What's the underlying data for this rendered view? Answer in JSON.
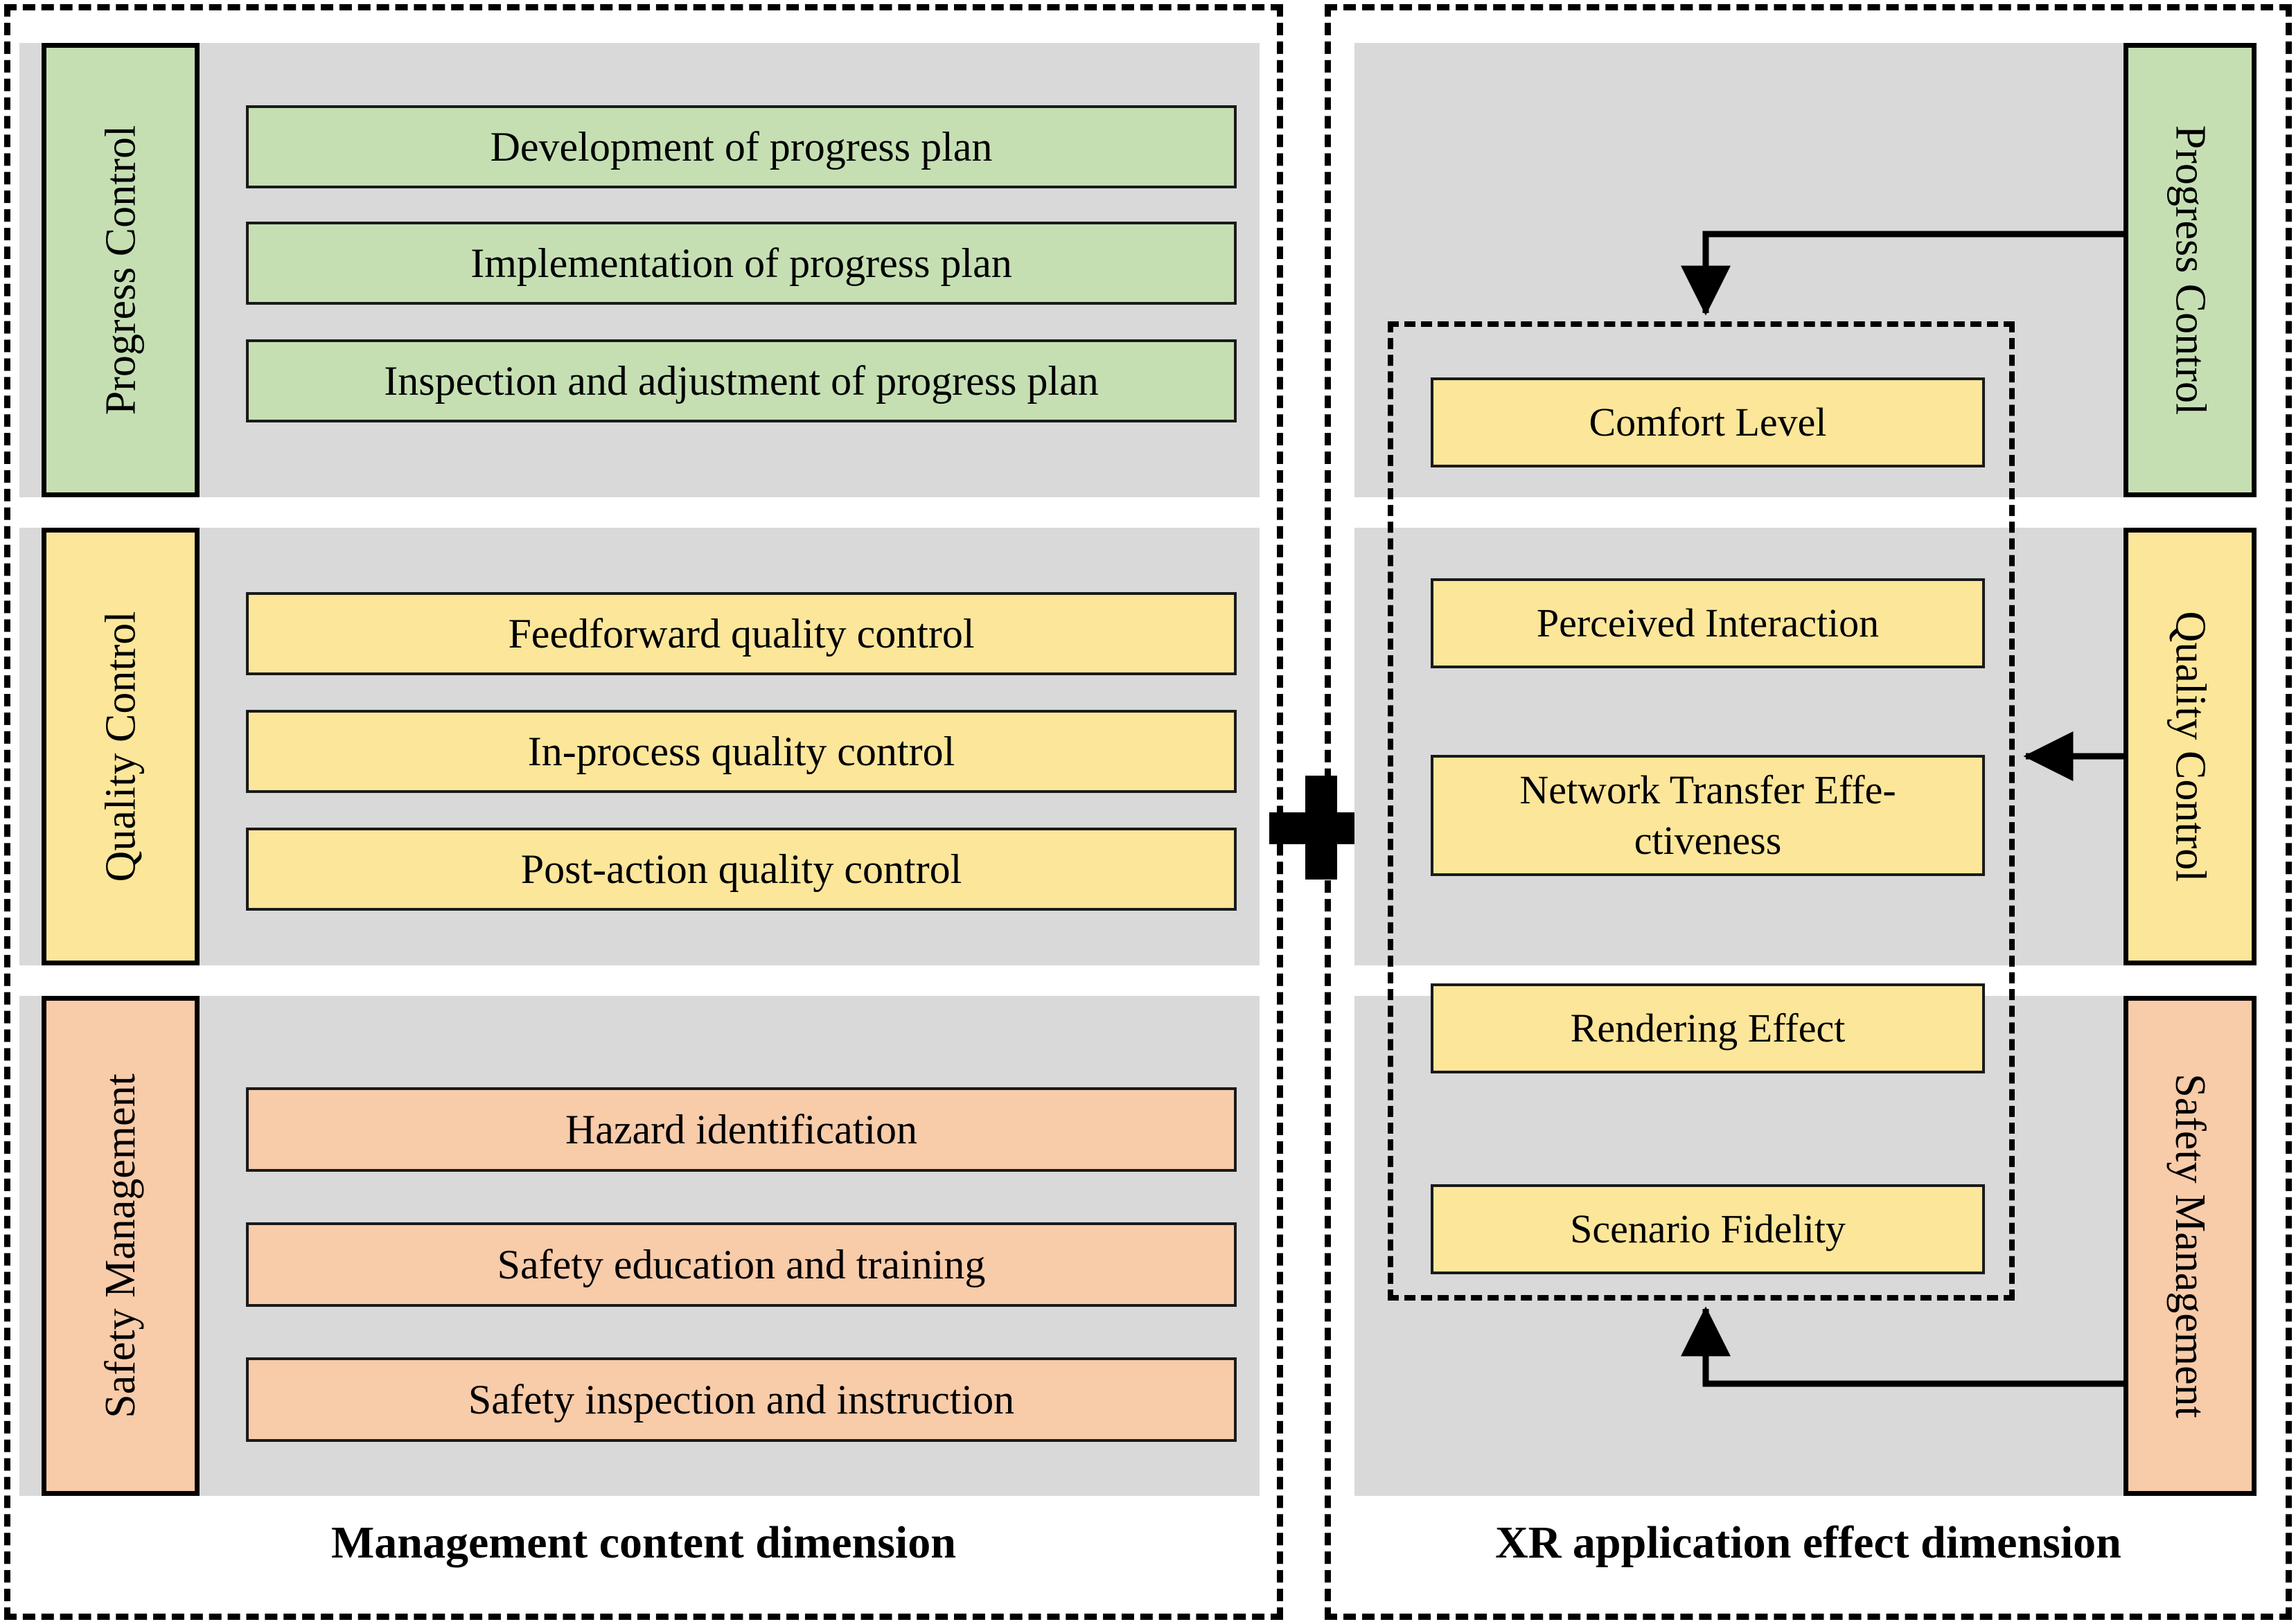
{
  "diagram": {
    "title_left": "Management content dimension",
    "title_right": "XR application effect dimension",
    "plus_symbol": "+",
    "colors": {
      "green": "#c5dfb3",
      "yellow": "#fce69a",
      "orange": "#f8cba9",
      "panel_grey": "#d9d9d9",
      "border": "#000000"
    }
  },
  "left_panel": {
    "rows": [
      {
        "label": "Progress Control",
        "color_key": "green",
        "items": [
          "Development of progress plan",
          "Implementation of progress plan",
          "Inspection and adjustment of progress plan"
        ]
      },
      {
        "label": "Quality Control",
        "color_key": "yellow",
        "items": [
          "Feedforward quality control",
          "In-process quality control",
          "Post-action quality control"
        ]
      },
      {
        "label": "Safety Management",
        "color_key": "orange",
        "items": [
          "Hazard identification",
          "Safety education and training",
          "Safety inspection and instruction"
        ]
      }
    ]
  },
  "right_panel": {
    "rows": [
      {
        "label": "Progress Control",
        "color_key": "green"
      },
      {
        "label": "Quality Control",
        "color_key": "yellow"
      },
      {
        "label": "Safety Management",
        "color_key": "orange"
      }
    ],
    "factors": [
      "Comfort Level",
      "Perceived Interaction",
      "Network Transfer Effe-\nctiveness",
      "Rendering Effect",
      "Scenario Fidelity"
    ],
    "connections": [
      {
        "from": "Progress Control",
        "to": "factor-group",
        "direction": "down"
      },
      {
        "from": "Quality Control",
        "to": "factor-group",
        "direction": "left"
      },
      {
        "from": "Safety Management",
        "to": "factor-group",
        "direction": "up"
      }
    ]
  }
}
